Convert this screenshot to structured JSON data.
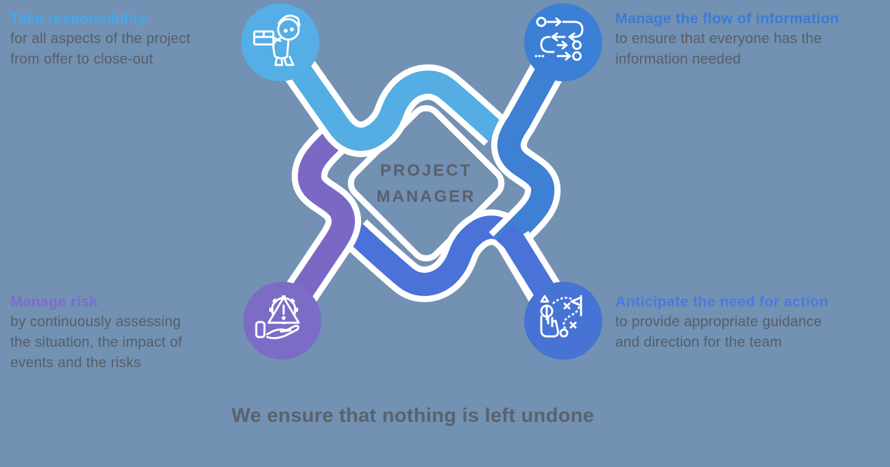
{
  "background_color": "#7291b3",
  "center": {
    "line1": "PROJECT",
    "line2": "MANAGER",
    "text_color": "#58606a",
    "shape": "diamond-outline-white"
  },
  "tagline": {
    "text": "We ensure that nothing is left undone",
    "color": "#5a626d"
  },
  "quadrants": [
    {
      "id": "take-responsibility",
      "position": "top-left",
      "heading": "Take responsibility",
      "body": "for all aspects of the project\nfrom offer to close-out",
      "heading_color": "#45a8ea",
      "ribbon_color": "#54ade3",
      "circle_color": "#55aee6",
      "icon": "person-carrying-box-icon"
    },
    {
      "id": "manage-flow-of-information",
      "position": "top-right",
      "heading": "Manage the flow of information",
      "body": "to ensure that everyone has the\ninformation needed",
      "heading_color": "#3a7bd5",
      "ribbon_color": "#3d80d4",
      "circle_color": "#3b7fd6",
      "icon": "process-flow-icon"
    },
    {
      "id": "manage-risk",
      "position": "bottom-left",
      "heading": "Manage risk",
      "body": "by continuously assessing\nthe situation, the impact of\nevents and the risks",
      "heading_color": "#7c6bd2",
      "ribbon_color": "#7b68c5",
      "circle_color": "#7c6cc6",
      "icon": "hand-gear-warning-icon"
    },
    {
      "id": "anticipate-need-for-action",
      "position": "bottom-right",
      "heading": "Anticipate the need for action",
      "body": "to provide appropriate guidance\nand direction for the team",
      "heading_color": "#4a7ade",
      "ribbon_color": "#4a72d8",
      "circle_color": "#4673d4",
      "icon": "tap-strategy-icon"
    }
  ],
  "body_text_color": "#575d68"
}
